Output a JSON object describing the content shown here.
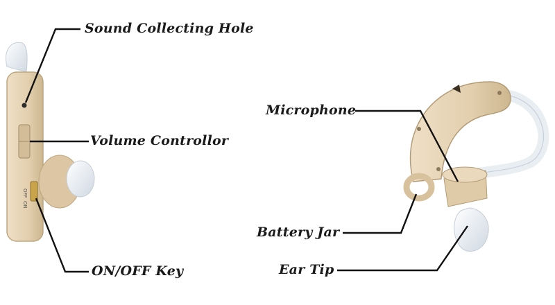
{
  "labels": {
    "sound_collecting_hole": "Sound Collecting Hole",
    "volume_controllor": "Volume Controllor",
    "on_off_key": "ON/OFF Key",
    "microphone": "Microphone",
    "battery_jar": "Battery Jar",
    "ear_tip": "Ear Tip"
  },
  "device_marking": {
    "off": "OFF",
    "on": "ON"
  },
  "colors": {
    "device_body": "#e6d3b6",
    "device_shadow": "#c9b493",
    "tube": "#e9eef3",
    "leader_line": "#111111"
  }
}
